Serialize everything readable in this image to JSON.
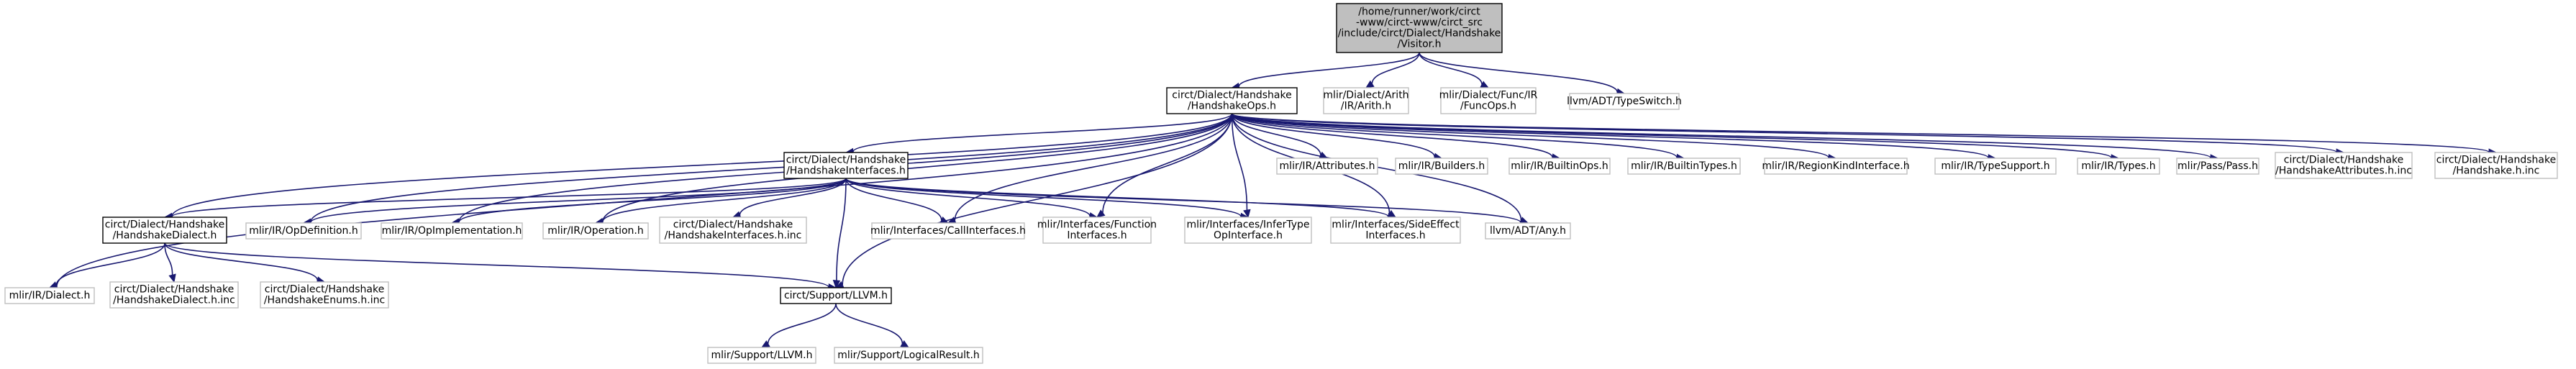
{
  "colors": {
    "edge": "#191970",
    "root_fill": "#bfbfbf",
    "root_border": "#000000",
    "linked_border": "#000000",
    "external_border": "#bfbfbf",
    "node_fill": "#ffffff"
  },
  "nodes": [
    {
      "id": "visitor",
      "style": "root",
      "lines": [
        "/home/runner/work/circt",
        "-www/circt-www/circt_src",
        "/include/circt/Dialect/Handshake",
        "/Visitor.h"
      ]
    },
    {
      "id": "ops",
      "style": "linked",
      "lines": [
        "circt/Dialect/Handshake",
        "/HandshakeOps.h"
      ]
    },
    {
      "id": "arith",
      "style": "external",
      "lines": [
        "mlir/Dialect/Arith",
        "/IR/Arith.h"
      ]
    },
    {
      "id": "funcops",
      "style": "external",
      "lines": [
        "mlir/Dialect/Func/IR",
        "/FuncOps.h"
      ]
    },
    {
      "id": "typeswitch",
      "style": "external",
      "lines": [
        "llvm/ADT/TypeSwitch.h"
      ]
    },
    {
      "id": "ifaces",
      "style": "linked",
      "lines": [
        "circt/Dialect/Handshake",
        "/HandshakeInterfaces.h"
      ]
    },
    {
      "id": "attributes",
      "style": "external",
      "lines": [
        "mlir/IR/Attributes.h"
      ]
    },
    {
      "id": "builders",
      "style": "external",
      "lines": [
        "mlir/IR/Builders.h"
      ]
    },
    {
      "id": "builtinops",
      "style": "external",
      "lines": [
        "mlir/IR/BuiltinOps.h"
      ]
    },
    {
      "id": "builtintypes",
      "style": "external",
      "lines": [
        "mlir/IR/BuiltinTypes.h"
      ]
    },
    {
      "id": "regionkind",
      "style": "external",
      "lines": [
        "mlir/IR/RegionKindInterface.h"
      ]
    },
    {
      "id": "typesupport",
      "style": "external",
      "lines": [
        "mlir/IR/TypeSupport.h"
      ]
    },
    {
      "id": "types",
      "style": "external",
      "lines": [
        "mlir/IR/Types.h"
      ]
    },
    {
      "id": "pass",
      "style": "external",
      "lines": [
        "mlir/Pass/Pass.h"
      ]
    },
    {
      "id": "attrinc",
      "style": "external",
      "lines": [
        "circt/Dialect/Handshake",
        "/HandshakeAttributes.h.inc"
      ]
    },
    {
      "id": "hsinc",
      "style": "external",
      "lines": [
        "circt/Dialect/Handshake",
        "/Handshake.h.inc"
      ]
    },
    {
      "id": "dialect",
      "style": "linked",
      "lines": [
        "circt/Dialect/Handshake",
        "/HandshakeDialect.h"
      ]
    },
    {
      "id": "opdef",
      "style": "external",
      "lines": [
        "mlir/IR/OpDefinition.h"
      ]
    },
    {
      "id": "opimpl",
      "style": "external",
      "lines": [
        "mlir/IR/OpImplementation.h"
      ]
    },
    {
      "id": "operation",
      "style": "external",
      "lines": [
        "mlir/IR/Operation.h"
      ]
    },
    {
      "id": "ifacesinc",
      "style": "external",
      "lines": [
        "circt/Dialect/Handshake",
        "/HandshakeInterfaces.h.inc"
      ]
    },
    {
      "id": "callif",
      "style": "external",
      "lines": [
        "mlir/Interfaces/CallInterfaces.h"
      ]
    },
    {
      "id": "funcif",
      "style": "external",
      "lines": [
        "mlir/Interfaces/Function",
        "Interfaces.h"
      ]
    },
    {
      "id": "infertype",
      "style": "external",
      "lines": [
        "mlir/Interfaces/InferType",
        "OpInterface.h"
      ]
    },
    {
      "id": "sideeffect",
      "style": "external",
      "lines": [
        "mlir/Interfaces/SideEffect",
        "Interfaces.h"
      ]
    },
    {
      "id": "any",
      "style": "external",
      "lines": [
        "llvm/ADT/Any.h"
      ]
    },
    {
      "id": "irdialect",
      "style": "external",
      "lines": [
        "mlir/IR/Dialect.h"
      ]
    },
    {
      "id": "dialectinc",
      "style": "external",
      "lines": [
        "circt/Dialect/Handshake",
        "/HandshakeDialect.h.inc"
      ]
    },
    {
      "id": "enumsinc",
      "style": "external",
      "lines": [
        "circt/Dialect/Handshake",
        "/HandshakeEnums.h.inc"
      ]
    },
    {
      "id": "llvmh",
      "style": "linked",
      "lines": [
        "circt/Support/LLVM.h"
      ]
    },
    {
      "id": "mlirllvm",
      "style": "external",
      "lines": [
        "mlir/Support/LLVM.h"
      ]
    },
    {
      "id": "logical",
      "style": "external",
      "lines": [
        "mlir/Support/LogicalResult.h"
      ]
    }
  ],
  "edges": [
    [
      "visitor",
      "ops"
    ],
    [
      "visitor",
      "arith"
    ],
    [
      "visitor",
      "funcops"
    ],
    [
      "visitor",
      "typeswitch"
    ],
    [
      "ops",
      "ifaces"
    ],
    [
      "ops",
      "attributes"
    ],
    [
      "ops",
      "builders"
    ],
    [
      "ops",
      "builtinops"
    ],
    [
      "ops",
      "builtintypes"
    ],
    [
      "ops",
      "regionkind"
    ],
    [
      "ops",
      "typesupport"
    ],
    [
      "ops",
      "types"
    ],
    [
      "ops",
      "pass"
    ],
    [
      "ops",
      "attrinc"
    ],
    [
      "ops",
      "hsinc"
    ],
    [
      "ops",
      "dialect"
    ],
    [
      "ops",
      "opdef"
    ],
    [
      "ops",
      "opimpl"
    ],
    [
      "ops",
      "operation"
    ],
    [
      "ops",
      "callif"
    ],
    [
      "ops",
      "funcif"
    ],
    [
      "ops",
      "infertype"
    ],
    [
      "ops",
      "sideeffect"
    ],
    [
      "ops",
      "any"
    ],
    [
      "ops",
      "irdialect"
    ],
    [
      "ops",
      "llvmh"
    ],
    [
      "ifaces",
      "dialect"
    ],
    [
      "ifaces",
      "opdef"
    ],
    [
      "ifaces",
      "opimpl"
    ],
    [
      "ifaces",
      "operation"
    ],
    [
      "ifaces",
      "ifacesinc"
    ],
    [
      "ifaces",
      "callif"
    ],
    [
      "ifaces",
      "funcif"
    ],
    [
      "ifaces",
      "infertype"
    ],
    [
      "ifaces",
      "sideeffect"
    ],
    [
      "ifaces",
      "any"
    ],
    [
      "ifaces",
      "llvmh"
    ],
    [
      "dialect",
      "irdialect"
    ],
    [
      "dialect",
      "dialectinc"
    ],
    [
      "dialect",
      "enumsinc"
    ],
    [
      "dialect",
      "llvmh"
    ],
    [
      "llvmh",
      "mlirllvm"
    ],
    [
      "llvmh",
      "logical"
    ]
  ]
}
